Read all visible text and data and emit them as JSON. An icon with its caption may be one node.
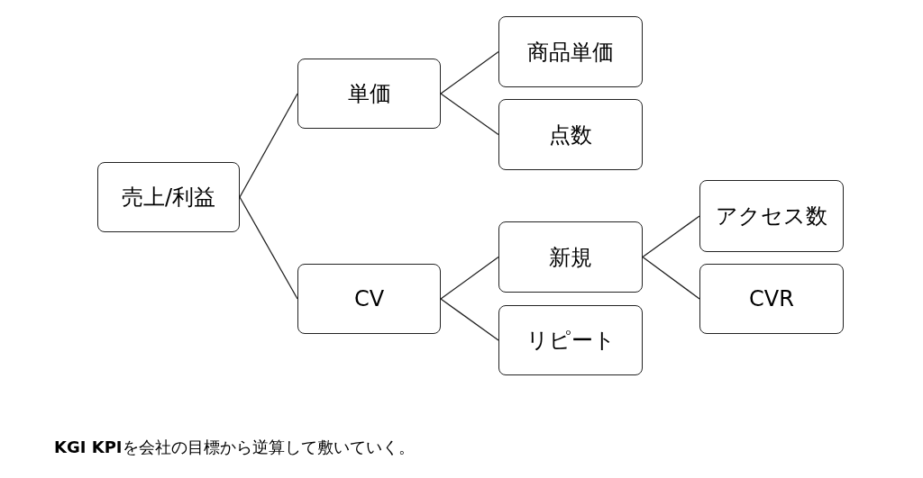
{
  "diagram": {
    "caption": "**KGI KPI**を会社の目標から逆算して敷いていく。",
    "nodes": [
      {
        "text": [
          "売上/利益"
        ]
      },
      {
        "text": [
          "単価"
        ]
      },
      {
        "text": [
          "CV"
        ]
      },
      {
        "text": [
          "商品単価"
        ]
      },
      {
        "text": [
          "点数"
        ]
      },
      {
        "text": [
          "新規"
        ]
      },
      {
        "text": [
          "リピート"
        ]
      },
      {
        "text": [
          "アクセス数"
        ]
      },
      {
        "text": [
          "CVR"
        ]
      }
    ],
    "edges": [
      {
        "from": 0,
        "to": 1,
        "arrow": "none"
      },
      {
        "from": 0,
        "to": 2,
        "arrow": "none"
      },
      {
        "from": 1,
        "to": 3,
        "arrow": "none"
      },
      {
        "from": 1,
        "to": 4,
        "arrow": "none"
      },
      {
        "from": 2,
        "to": 5,
        "arrow": "none"
      },
      {
        "from": 2,
        "to": 6,
        "arrow": "none"
      },
      {
        "from": 5,
        "to": 7,
        "arrow": "none"
      },
      {
        "from": 5,
        "to": 8,
        "arrow": "none"
      }
    ]
  }
}
